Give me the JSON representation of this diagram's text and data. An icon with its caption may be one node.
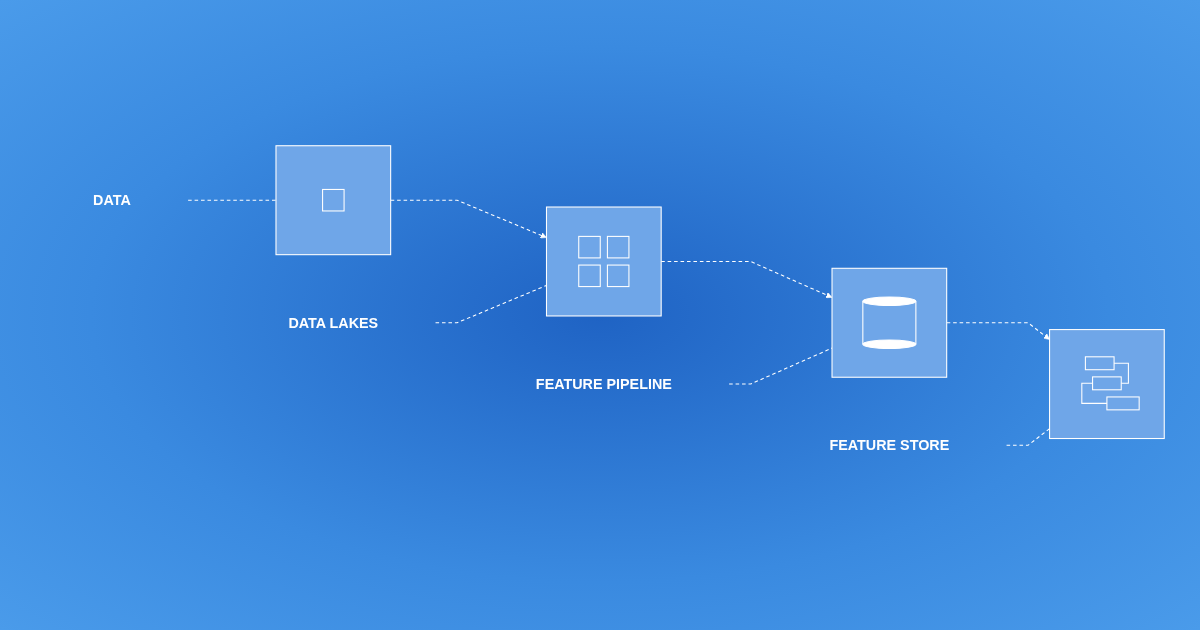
{
  "diagram": {
    "nodes": [
      {
        "text": [
          "DATA"
        ]
      },
      {
        "text": [
          "FEATURE PIPELINE"
        ]
      },
      {
        "text": [],
        "shape": "picture"
      },
      {
        "text": [],
        "shape": "picture"
      },
      {
        "text": [],
        "shape": "picture"
      },
      {
        "text": [],
        "shape": "picture"
      },
      {
        "text": [
          "DATA LAKES"
        ]
      },
      {
        "text": [
          "FEATURE STORE"
        ]
      }
    ],
    "edges": [
      {
        "from": 2,
        "to": 3,
        "arrow": "to",
        "style": "dashed"
      },
      {
        "from": 3,
        "to": 4,
        "arrow": "to",
        "style": "dashed"
      },
      {
        "from": 4,
        "to": 5,
        "arrow": "to",
        "style": "dashed"
      },
      {
        "from": 0,
        "to": 2,
        "arrow": "none",
        "style": "dashed"
      },
      {
        "from": 1,
        "to": 4,
        "arrow": "none",
        "style": "dashed"
      },
      {
        "from": 6,
        "to": 3,
        "arrow": "none",
        "style": "dashed"
      },
      {
        "from": 7,
        "to": 5,
        "arrow": "none",
        "style": "dashed"
      }
    ]
  }
}
